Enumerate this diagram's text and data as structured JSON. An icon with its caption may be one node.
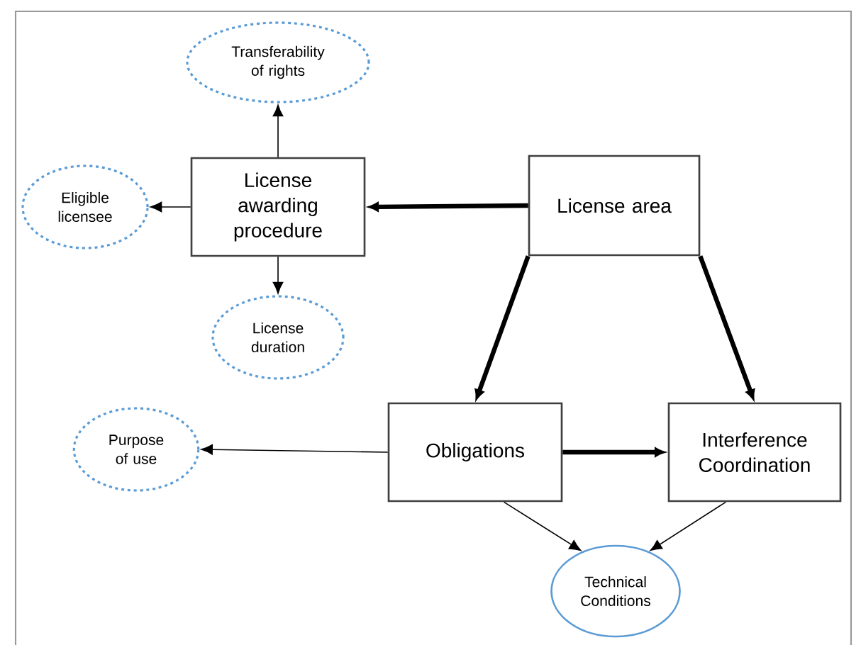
{
  "diagram": {
    "nodes": [
      {
        "text": [
          "Transferability of rights"
        ]
      },
      {
        "text": [
          "Eligible licensee"
        ]
      },
      {
        "text": [
          "License awarding procedure"
        ]
      },
      {
        "text": [
          "License area"
        ]
      },
      {
        "text": [
          "License duration"
        ]
      },
      {
        "text": [
          "Purpose of use"
        ]
      },
      {
        "text": [
          "Obligations"
        ]
      },
      {
        "text": [
          "Interference Coordination"
        ]
      },
      {
        "text": [
          "Technical Conditions"
        ]
      }
    ],
    "edges": [
      {
        "from": 3,
        "to": 2,
        "arrow": "to",
        "style": "thick"
      },
      {
        "from": 2,
        "to": 0,
        "arrow": "to"
      },
      {
        "from": 2,
        "to": 1,
        "arrow": "to"
      },
      {
        "from": 2,
        "to": 4,
        "arrow": "to"
      },
      {
        "from": 3,
        "to": 6,
        "arrow": "to",
        "style": "thick"
      },
      {
        "from": 3,
        "to": 7,
        "arrow": "to",
        "style": "thick"
      },
      {
        "from": 6,
        "to": 5,
        "arrow": "to"
      },
      {
        "from": 6,
        "to": 7,
        "arrow": "to",
        "style": "thick"
      },
      {
        "from": 6,
        "to": 8,
        "arrow": "to"
      },
      {
        "from": 7,
        "to": 8,
        "arrow": "to"
      }
    ]
  }
}
